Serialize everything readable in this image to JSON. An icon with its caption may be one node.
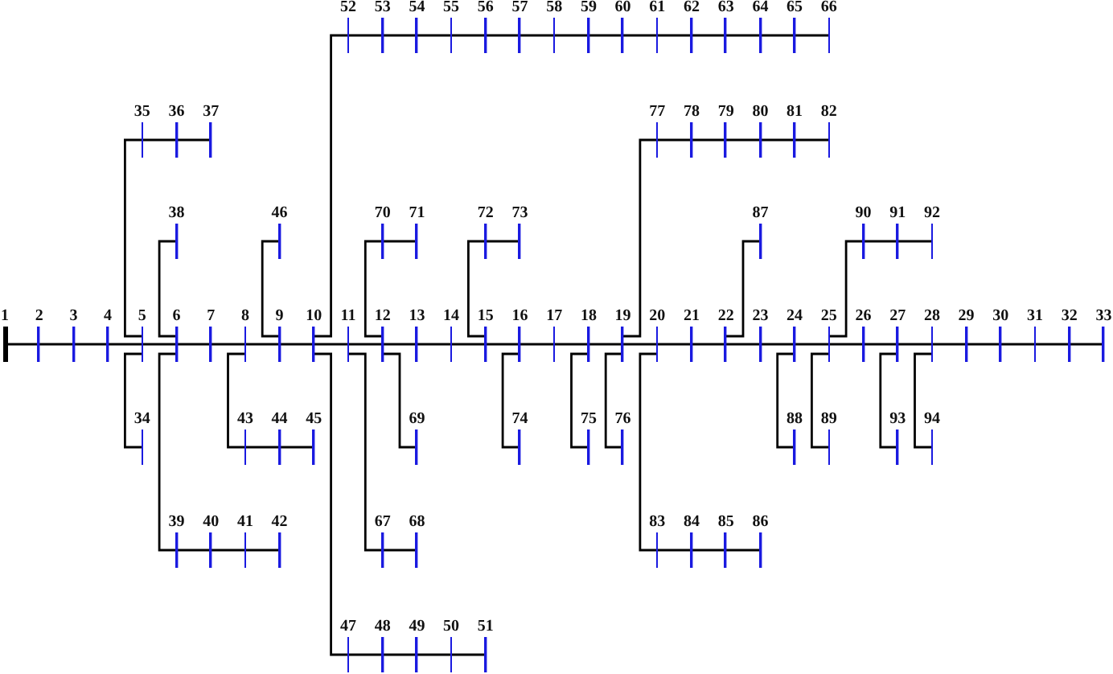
{
  "diagram": {
    "nodes": [
      {
        "text": [
          "1"
        ]
      },
      {
        "text": [
          "2"
        ]
      },
      {
        "text": [
          "3"
        ]
      },
      {
        "text": [
          "4"
        ]
      },
      {
        "text": [
          "5"
        ]
      },
      {
        "text": [
          "6"
        ]
      },
      {
        "text": [
          "7"
        ]
      },
      {
        "text": [
          "8"
        ]
      },
      {
        "text": [
          "9"
        ]
      },
      {
        "text": [
          "10"
        ]
      },
      {
        "text": [
          "11"
        ]
      },
      {
        "text": [
          "12"
        ]
      },
      {
        "text": [
          "13"
        ]
      },
      {
        "text": [
          "14"
        ]
      },
      {
        "text": [
          "15"
        ]
      },
      {
        "text": [
          "16"
        ]
      },
      {
        "text": [
          "17"
        ]
      },
      {
        "text": [
          "18"
        ]
      },
      {
        "text": [
          "19"
        ]
      },
      {
        "text": [
          "20"
        ]
      },
      {
        "text": [
          "21"
        ]
      },
      {
        "text": [
          "22"
        ]
      },
      {
        "text": [
          "23"
        ]
      },
      {
        "text": [
          "24"
        ]
      },
      {
        "text": [
          "25"
        ]
      },
      {
        "text": [
          "26"
        ]
      },
      {
        "text": [
          "27"
        ]
      },
      {
        "text": [
          "28"
        ]
      },
      {
        "text": [
          "29"
        ]
      },
      {
        "text": [
          "30"
        ]
      },
      {
        "text": [
          "31"
        ]
      },
      {
        "text": [
          "32"
        ]
      },
      {
        "text": [
          "33"
        ]
      },
      {
        "text": [
          "34"
        ]
      },
      {
        "text": [
          "35"
        ]
      },
      {
        "text": [
          "36"
        ]
      },
      {
        "text": [
          "37"
        ]
      },
      {
        "text": [
          "38"
        ]
      },
      {
        "text": [
          "39"
        ]
      },
      {
        "text": [
          "40"
        ]
      },
      {
        "text": [
          "41"
        ]
      },
      {
        "text": [
          "42"
        ]
      },
      {
        "text": [
          "43"
        ]
      },
      {
        "text": [
          "44"
        ]
      },
      {
        "text": [
          "45"
        ]
      },
      {
        "text": [
          "46"
        ]
      },
      {
        "text": [
          "47"
        ]
      },
      {
        "text": [
          "48"
        ]
      },
      {
        "text": [
          "49"
        ]
      },
      {
        "text": [
          "50"
        ]
      },
      {
        "text": [
          "51"
        ]
      },
      {
        "text": [
          "52"
        ]
      },
      {
        "text": [
          "53"
        ]
      },
      {
        "text": [
          "54"
        ]
      },
      {
        "text": [
          "55"
        ]
      },
      {
        "text": [
          "56"
        ]
      },
      {
        "text": [
          "57"
        ]
      },
      {
        "text": [
          "58"
        ]
      },
      {
        "text": [
          "59"
        ]
      },
      {
        "text": [
          "60"
        ]
      },
      {
        "text": [
          "61"
        ]
      },
      {
        "text": [
          "62"
        ]
      },
      {
        "text": [
          "63"
        ]
      },
      {
        "text": [
          "64"
        ]
      },
      {
        "text": [
          "65"
        ]
      },
      {
        "text": [
          "66"
        ]
      },
      {
        "text": [
          "67"
        ]
      },
      {
        "text": [
          "68"
        ]
      },
      {
        "text": [
          "69"
        ]
      },
      {
        "text": [
          "70"
        ]
      },
      {
        "text": [
          "71"
        ]
      },
      {
        "text": [
          "72"
        ]
      },
      {
        "text": [
          "73"
        ]
      },
      {
        "text": [
          "74"
        ]
      },
      {
        "text": [
          "75"
        ]
      },
      {
        "text": [
          "76"
        ]
      },
      {
        "text": [
          "77"
        ]
      },
      {
        "text": [
          "78"
        ]
      },
      {
        "text": [
          "79"
        ]
      },
      {
        "text": [
          "80"
        ]
      },
      {
        "text": [
          "81"
        ]
      },
      {
        "text": [
          "82"
        ]
      },
      {
        "text": [
          "83"
        ]
      },
      {
        "text": [
          "84"
        ]
      },
      {
        "text": [
          "85"
        ]
      },
      {
        "text": [
          "86"
        ]
      },
      {
        "text": [
          "87"
        ]
      },
      {
        "text": [
          "88"
        ]
      },
      {
        "text": [
          "89"
        ]
      },
      {
        "text": [
          "90"
        ]
      },
      {
        "text": [
          "91"
        ]
      },
      {
        "text": [
          "92"
        ]
      },
      {
        "text": [
          "93"
        ]
      },
      {
        "text": [
          "94"
        ]
      }
    ],
    "edges": [
      {
        "from": 0,
        "to": 1,
        "arrow": "none"
      },
      {
        "from": 1,
        "to": 2,
        "arrow": "none"
      },
      {
        "from": 2,
        "to": 3,
        "arrow": "none"
      },
      {
        "from": 3,
        "to": 4,
        "arrow": "none"
      },
      {
        "from": 4,
        "to": 5,
        "arrow": "none"
      },
      {
        "from": 5,
        "to": 6,
        "arrow": "none"
      },
      {
        "from": 6,
        "to": 7,
        "arrow": "none"
      },
      {
        "from": 7,
        "to": 8,
        "arrow": "none"
      },
      {
        "from": 8,
        "to": 9,
        "arrow": "none"
      },
      {
        "from": 9,
        "to": 10,
        "arrow": "none"
      },
      {
        "from": 10,
        "to": 11,
        "arrow": "none"
      },
      {
        "from": 11,
        "to": 12,
        "arrow": "none"
      },
      {
        "from": 12,
        "to": 13,
        "arrow": "none"
      },
      {
        "from": 13,
        "to": 14,
        "arrow": "none"
      },
      {
        "from": 14,
        "to": 15,
        "arrow": "none"
      },
      {
        "from": 15,
        "to": 16,
        "arrow": "none"
      },
      {
        "from": 16,
        "to": 17,
        "arrow": "none"
      },
      {
        "from": 17,
        "to": 18,
        "arrow": "none"
      },
      {
        "from": 18,
        "to": 19,
        "arrow": "none"
      },
      {
        "from": 19,
        "to": 20,
        "arrow": "none"
      },
      {
        "from": 20,
        "to": 21,
        "arrow": "none"
      },
      {
        "from": 21,
        "to": 22,
        "arrow": "none"
      },
      {
        "from": 22,
        "to": 23,
        "arrow": "none"
      },
      {
        "from": 23,
        "to": 24,
        "arrow": "none"
      },
      {
        "from": 24,
        "to": 25,
        "arrow": "none"
      },
      {
        "from": 25,
        "to": 26,
        "arrow": "none"
      },
      {
        "from": 26,
        "to": 27,
        "arrow": "none"
      },
      {
        "from": 27,
        "to": 28,
        "arrow": "none"
      },
      {
        "from": 28,
        "to": 29,
        "arrow": "none"
      },
      {
        "from": 29,
        "to": 30,
        "arrow": "none"
      },
      {
        "from": 30,
        "to": 31,
        "arrow": "none"
      },
      {
        "from": 31,
        "to": 32,
        "arrow": "none"
      },
      {
        "from": 4,
        "to": 34,
        "arrow": "none"
      },
      {
        "from": 34,
        "to": 35,
        "arrow": "none"
      },
      {
        "from": 35,
        "to": 36,
        "arrow": "none"
      },
      {
        "from": 4,
        "to": 33,
        "arrow": "none"
      },
      {
        "from": 5,
        "to": 37,
        "arrow": "none"
      },
      {
        "from": 5,
        "to": 38,
        "arrow": "none"
      },
      {
        "from": 38,
        "to": 39,
        "arrow": "none"
      },
      {
        "from": 39,
        "to": 40,
        "arrow": "none"
      },
      {
        "from": 40,
        "to": 41,
        "arrow": "none"
      },
      {
        "from": 7,
        "to": 42,
        "arrow": "none"
      },
      {
        "from": 42,
        "to": 43,
        "arrow": "none"
      },
      {
        "from": 43,
        "to": 44,
        "arrow": "none"
      },
      {
        "from": 8,
        "to": 45,
        "arrow": "none"
      },
      {
        "from": 9,
        "to": 51,
        "arrow": "none"
      },
      {
        "from": 51,
        "to": 52,
        "arrow": "none"
      },
      {
        "from": 52,
        "to": 53,
        "arrow": "none"
      },
      {
        "from": 53,
        "to": 54,
        "arrow": "none"
      },
      {
        "from": 54,
        "to": 55,
        "arrow": "none"
      },
      {
        "from": 55,
        "to": 56,
        "arrow": "none"
      },
      {
        "from": 56,
        "to": 57,
        "arrow": "none"
      },
      {
        "from": 57,
        "to": 58,
        "arrow": "none"
      },
      {
        "from": 58,
        "to": 59,
        "arrow": "none"
      },
      {
        "from": 59,
        "to": 60,
        "arrow": "none"
      },
      {
        "from": 60,
        "to": 61,
        "arrow": "none"
      },
      {
        "from": 61,
        "to": 62,
        "arrow": "none"
      },
      {
        "from": 62,
        "to": 63,
        "arrow": "none"
      },
      {
        "from": 63,
        "to": 64,
        "arrow": "none"
      },
      {
        "from": 64,
        "to": 65,
        "arrow": "none"
      },
      {
        "from": 9,
        "to": 46,
        "arrow": "none"
      },
      {
        "from": 46,
        "to": 47,
        "arrow": "none"
      },
      {
        "from": 47,
        "to": 48,
        "arrow": "none"
      },
      {
        "from": 48,
        "to": 49,
        "arrow": "none"
      },
      {
        "from": 49,
        "to": 50,
        "arrow": "none"
      },
      {
        "from": 10,
        "to": 66,
        "arrow": "none"
      },
      {
        "from": 66,
        "to": 67,
        "arrow": "none"
      },
      {
        "from": 11,
        "to": 69,
        "arrow": "none"
      },
      {
        "from": 69,
        "to": 70,
        "arrow": "none"
      },
      {
        "from": 11,
        "to": 68,
        "arrow": "none"
      },
      {
        "from": 14,
        "to": 71,
        "arrow": "none"
      },
      {
        "from": 71,
        "to": 72,
        "arrow": "none"
      },
      {
        "from": 15,
        "to": 73,
        "arrow": "none"
      },
      {
        "from": 17,
        "to": 74,
        "arrow": "none"
      },
      {
        "from": 18,
        "to": 76,
        "arrow": "none"
      },
      {
        "from": 76,
        "to": 77,
        "arrow": "none"
      },
      {
        "from": 77,
        "to": 78,
        "arrow": "none"
      },
      {
        "from": 78,
        "to": 79,
        "arrow": "none"
      },
      {
        "from": 79,
        "to": 80,
        "arrow": "none"
      },
      {
        "from": 80,
        "to": 81,
        "arrow": "none"
      },
      {
        "from": 18,
        "to": 75,
        "arrow": "none"
      },
      {
        "from": 19,
        "to": 82,
        "arrow": "none"
      },
      {
        "from": 82,
        "to": 83,
        "arrow": "none"
      },
      {
        "from": 83,
        "to": 84,
        "arrow": "none"
      },
      {
        "from": 84,
        "to": 85,
        "arrow": "none"
      },
      {
        "from": 21,
        "to": 86,
        "arrow": "none"
      },
      {
        "from": 23,
        "to": 87,
        "arrow": "none"
      },
      {
        "from": 24,
        "to": 89,
        "arrow": "none"
      },
      {
        "from": 89,
        "to": 90,
        "arrow": "none"
      },
      {
        "from": 90,
        "to": 91,
        "arrow": "none"
      },
      {
        "from": 24,
        "to": 88,
        "arrow": "none"
      },
      {
        "from": 26,
        "to": 92,
        "arrow": "none"
      },
      {
        "from": 27,
        "to": 93,
        "arrow": "none"
      }
    ]
  }
}
